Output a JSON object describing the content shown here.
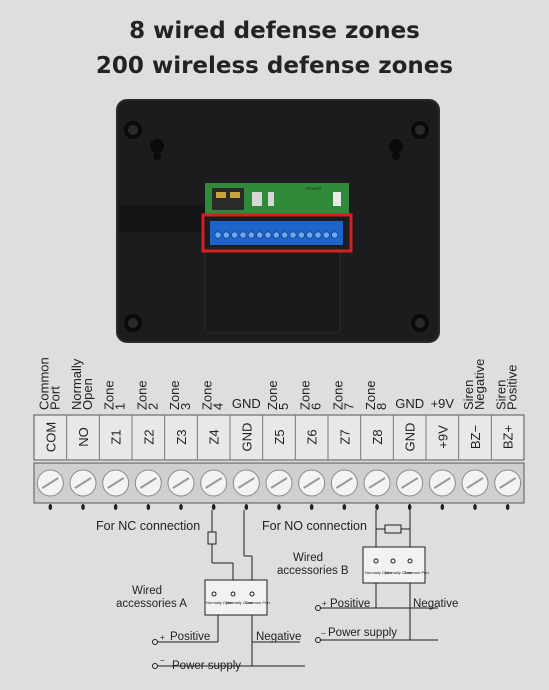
{
  "header": {
    "line1": "8 wired defense zones",
    "line2": "200 wireless defense zones"
  },
  "terminals": [
    {
      "top": "Common Port",
      "code": "COM"
    },
    {
      "top": "Normally Open",
      "code": "NO"
    },
    {
      "top": "Zone 1",
      "code": "Z1"
    },
    {
      "top": "Zone 2",
      "code": "Z2"
    },
    {
      "top": "Zone 3",
      "code": "Z3"
    },
    {
      "top": "Zone 4",
      "code": "Z4"
    },
    {
      "top": "GND",
      "code": "GND"
    },
    {
      "top": "Zone 5",
      "code": "Z5"
    },
    {
      "top": "Zone 6",
      "code": "Z6"
    },
    {
      "top": "Zone 7",
      "code": "Z7"
    },
    {
      "top": "Zone 8",
      "code": "Z8"
    },
    {
      "top": "GND",
      "code": "GND"
    },
    {
      "top": "+9V",
      "code": "+9V"
    },
    {
      "top": "Siren Negative",
      "code": "BZ−"
    },
    {
      "top": "Siren Positive",
      "code": "BZ+"
    }
  ],
  "board": {
    "power_label": "POWER"
  },
  "wiring": {
    "nc_label": "For NC connection",
    "no_label": "For NO connection",
    "accessory_a": {
      "name_line1": "Wired",
      "name_line2": "accessories A",
      "contacts": [
        "Normally Open",
        "Normally Close",
        "Common Port"
      ],
      "positive": "Positive",
      "negative": "Negative",
      "power": "Power supply"
    },
    "accessory_b": {
      "name_line1": "Wired",
      "name_line2": "accessories B",
      "contacts": [
        "Normally Open",
        "Normally Close",
        "Common Port"
      ],
      "positive": "Positive",
      "negative": "Negative",
      "power": "Power supply"
    }
  },
  "colors": {
    "background": "#dededf",
    "panel": "#1c1c1e",
    "highlight": "#d61f1f",
    "terminal_block": "#1e63c9",
    "pcb": "#2f8a3a"
  }
}
